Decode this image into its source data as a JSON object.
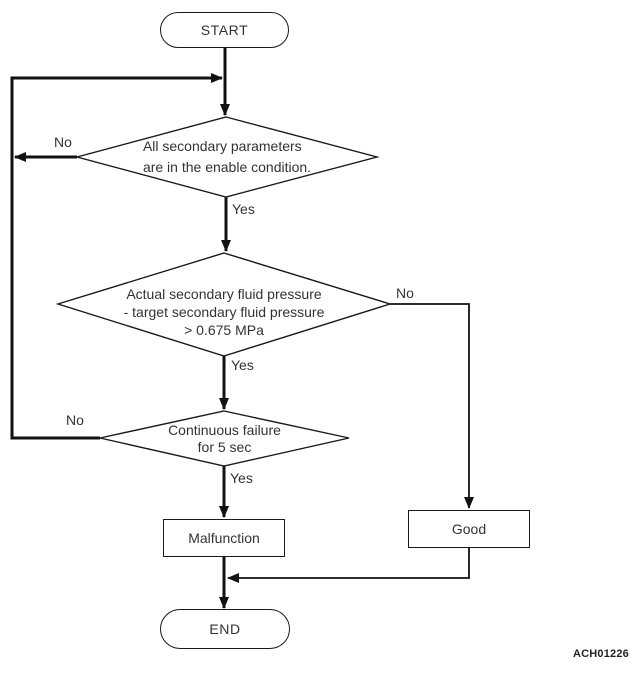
{
  "colors": {
    "ink": "#111111",
    "text": "#333333",
    "background": "#ffffff"
  },
  "diagram": {
    "start_label": "START",
    "end_label": "END",
    "figure_code": "ACH01226",
    "decisions": [
      {
        "lines": [
          "All secondary parameters",
          "are in the enable condition."
        ],
        "yes_label": "Yes",
        "no_label": "No"
      },
      {
        "lines": [
          "Actual secondary fluid pressure",
          "- target secondary fluid pressure",
          "> 0.675 MPa"
        ],
        "yes_label": "Yes",
        "no_label": "No"
      },
      {
        "lines": [
          "Continuous failure",
          "for 5 sec"
        ],
        "yes_label": "Yes",
        "no_label": "No"
      }
    ],
    "outcomes": [
      {
        "label": "Malfunction"
      },
      {
        "label": "Good"
      }
    ]
  }
}
